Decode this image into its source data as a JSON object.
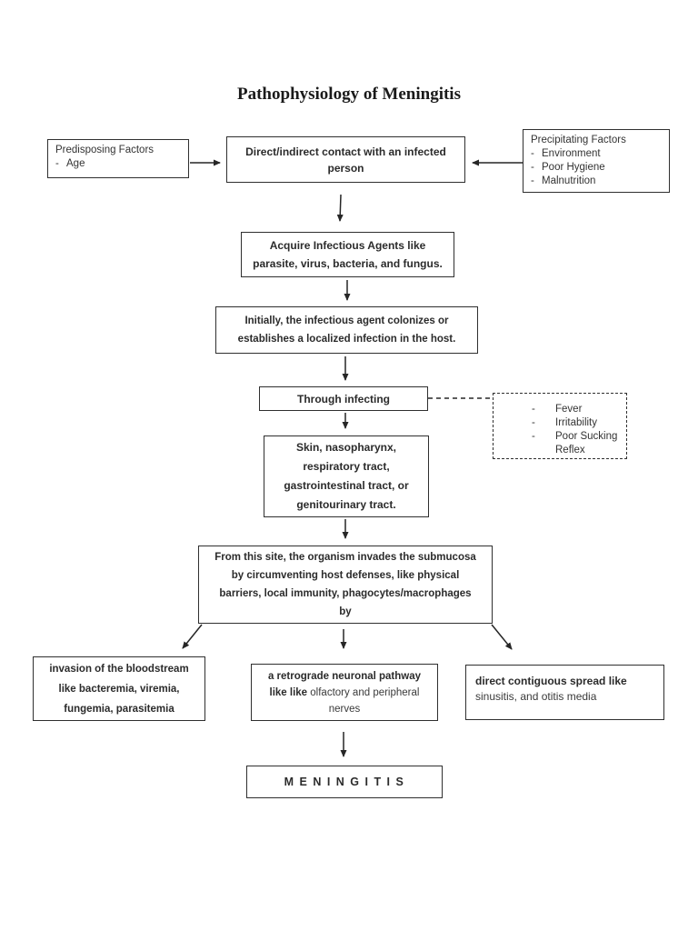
{
  "title": "Pathophysiology of Meningitis",
  "colors": {
    "line": "#262626",
    "text": "#2b2b2b",
    "background": "#ffffff"
  },
  "boxes": {
    "predisposing": {
      "title": "Predisposing Factors",
      "bullet": "-",
      "items": [
        "Age"
      ]
    },
    "contact": {
      "lines": [
        "Direct/indirect contact with an infected",
        "person"
      ]
    },
    "precipitating": {
      "title": "Precipitating Factors",
      "bullet": "-",
      "items": [
        "Environment",
        "Poor Hygiene",
        "Malnutrition"
      ]
    },
    "acquire": {
      "lines": [
        "Acquire Infectious Agents like",
        "parasite, virus, bacteria, and fungus."
      ]
    },
    "initially": {
      "lines": [
        "Initially, the infectious agent colonizes or",
        "establishes a localized infection in the host."
      ]
    },
    "through": {
      "text": "Through infecting"
    },
    "symptoms": {
      "bullet": "-",
      "items": [
        "Fever",
        "Irritability",
        "Poor Sucking Reflex"
      ]
    },
    "sites": {
      "lines": [
        "Skin, nasopharynx,",
        "respiratory tract,",
        "gastrointestinal tract, or",
        "genitourinary tract."
      ]
    },
    "invades": {
      "lines": [
        "From this site, the organism invades the submucosa",
        "by circumventing host defenses, like physical",
        "barriers, local immunity, phagocytes/macrophages",
        "by"
      ]
    },
    "invasion": {
      "lines": [
        "invasion of the bloodstream",
        "like bacteremia, viremia,",
        "fungemia, parasitemia"
      ]
    },
    "retrograde": {
      "bold_text": "a retrograde neuronal pathway like like",
      "regular_text": " olfactory and peripheral nerves"
    },
    "direct": {
      "bold_text": "direct contiguous spread like",
      "regular_text": "sinusitis, and otitis media"
    },
    "meningitis": {
      "text": "M E N I N G I T I S"
    }
  }
}
